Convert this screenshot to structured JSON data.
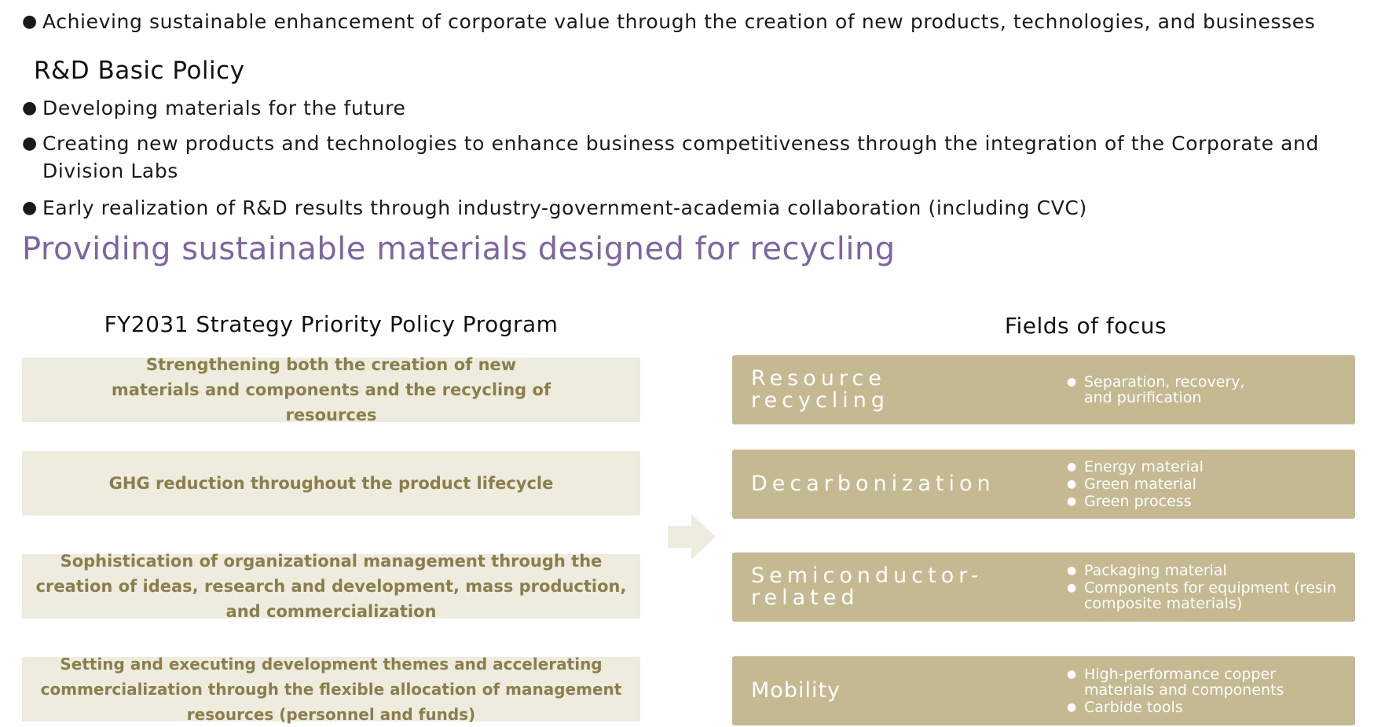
{
  "bullets_top": [
    "Achieving sustainable enhancement of corporate value through the creation of new products, technologies, and businesses"
  ],
  "rd_policy": {
    "heading": "R&D Basic Policy",
    "items": [
      "Developing materials for the future",
      "Creating new products and technologies to enhance business competitiveness through the integration of the Corporate and Division Labs",
      "Early realization of R&D results through industry-government-academia collaboration (including CVC)"
    ]
  },
  "tagline": "Providing sustainable materials designed for recycling",
  "strategy": {
    "title": "FY2031 Strategy Priority Policy Program",
    "items": [
      "Strengthening both the creation of new materials and components and the recycling of resources",
      "GHG reduction throughout the product lifecycle",
      "Sophistication of organizational management through the creation of ideas, research and development, mass production, and commercialization",
      "Setting and executing development themes and accelerating commercialization through the flexible allocation of management resources (personnel and funds)"
    ]
  },
  "fields": {
    "title": "Fields of focus",
    "items": [
      {
        "name": "Resource recycling",
        "points": [
          "Separation, recovery, and purification"
        ]
      },
      {
        "name": "Decarbonization",
        "points": [
          "Energy material",
          "Green material",
          "Green process"
        ]
      },
      {
        "name": "Semiconductor-related",
        "points": [
          "Packaging material",
          "Components for equipment (resin composite materials)"
        ]
      },
      {
        "name": "Mobility",
        "points": [
          "High-performance copper materials and components",
          "Carbide tools"
        ]
      }
    ]
  },
  "colors": {
    "tagline": "#7f64a3",
    "policy_box_bg": "#eeebdf",
    "policy_box_text": "#8a7f4a",
    "field_box_bg": "#c4b991",
    "arrow": "#eeebdf"
  },
  "icons": {
    "bullet": "black-circle",
    "arrow": "right-arrow-icon"
  }
}
